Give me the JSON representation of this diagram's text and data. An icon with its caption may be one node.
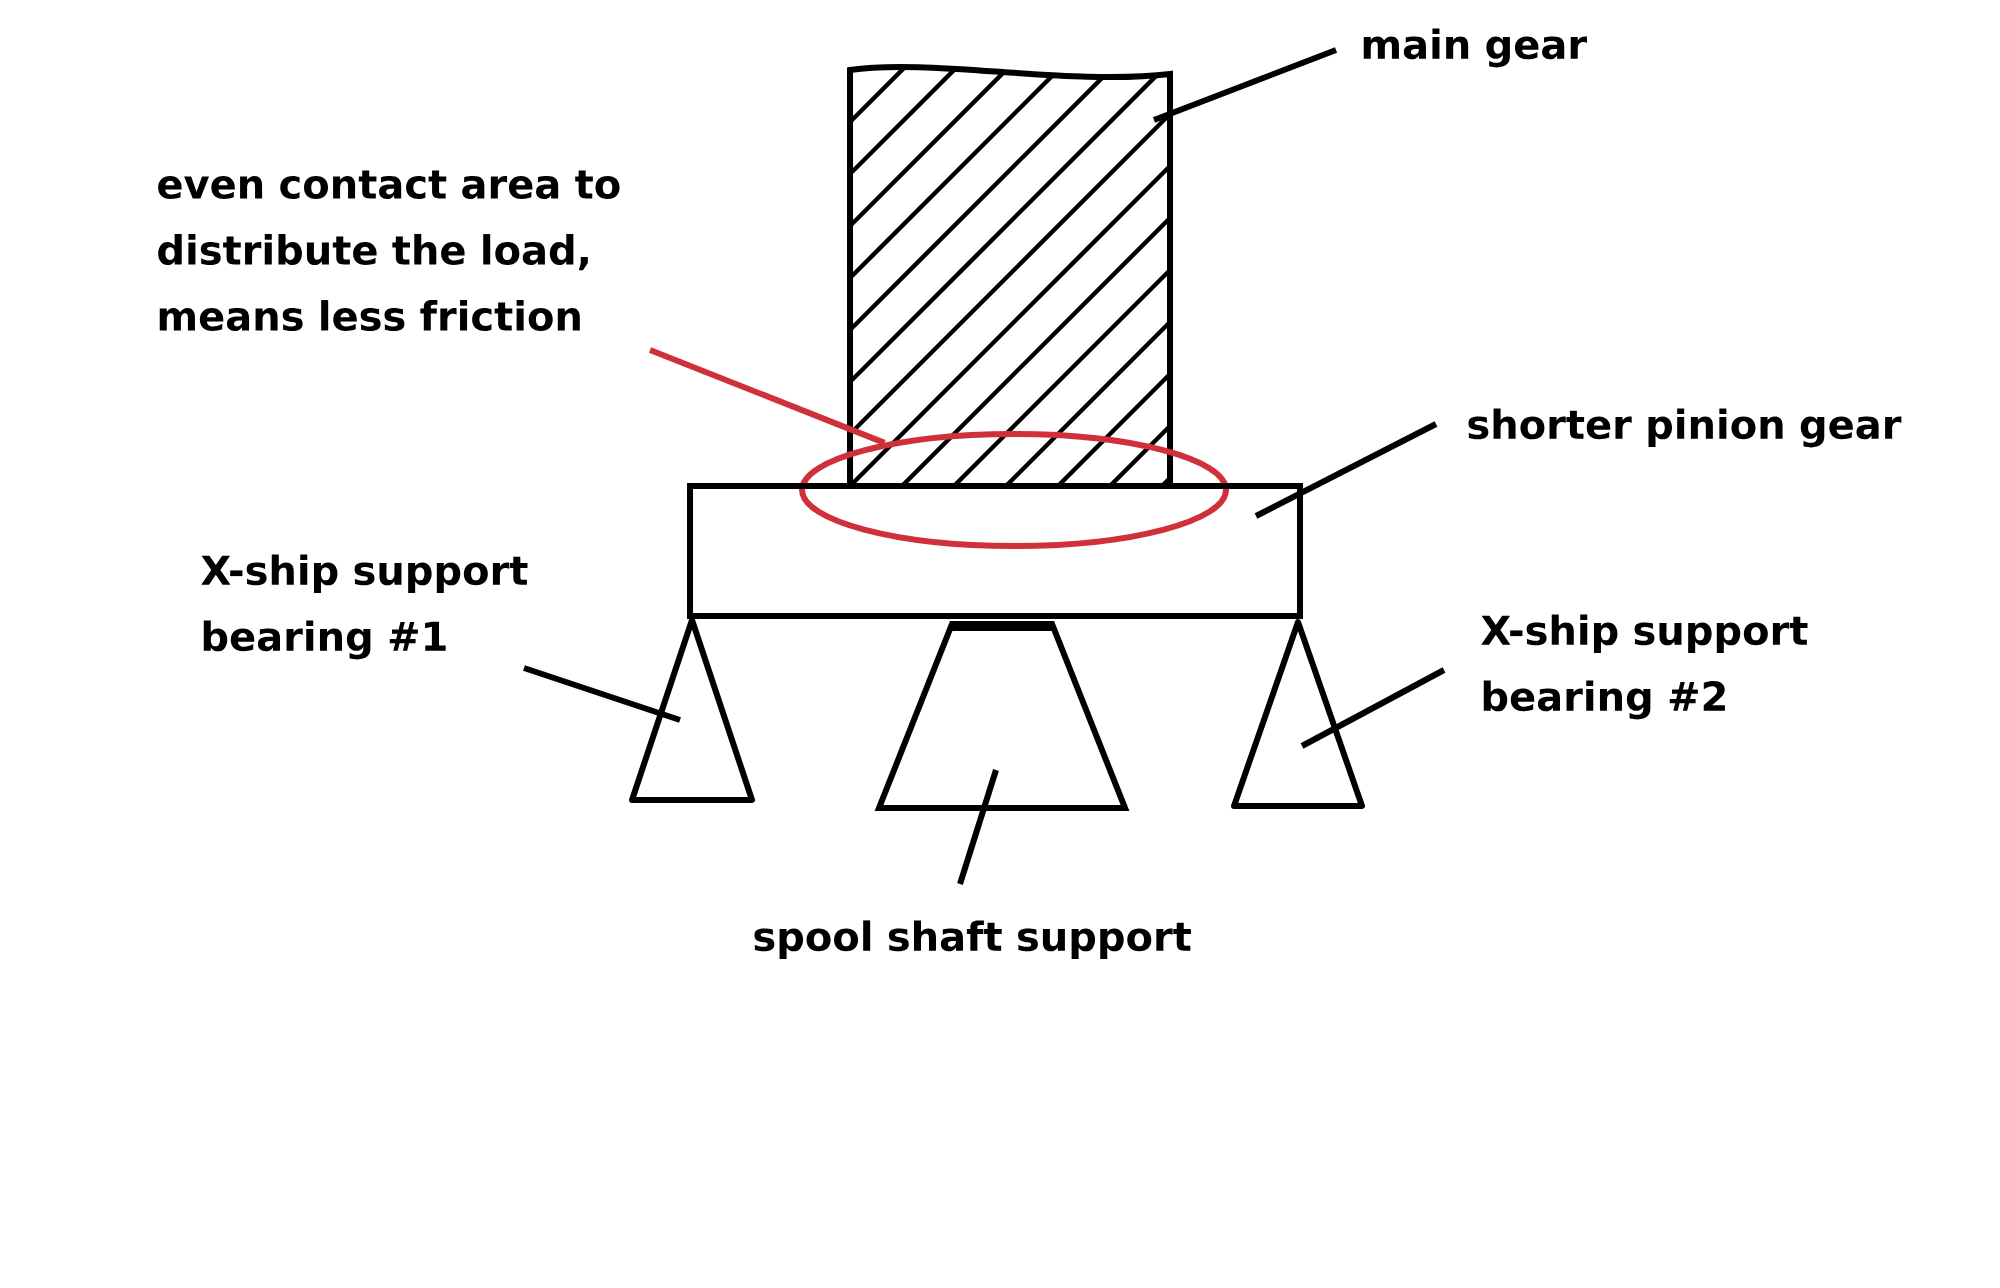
{
  "diagram": {
    "nodes": [
      {
        "text": [
          "main gear"
        ]
      },
      {
        "text": [],
        "shape": "box"
      },
      {
        "text": [
          "even contact area to distribute the load, means less friction"
        ]
      },
      {
        "text": [],
        "shape": "ellipse"
      },
      {
        "text": [
          "shorter pinion gear"
        ]
      },
      {
        "text": [],
        "shape": "box"
      },
      {
        "text": [
          "X-ship support bearing #1"
        ]
      },
      {
        "text": [],
        "shape": "triangle"
      },
      {
        "text": [
          "spool shaft support"
        ]
      },
      {
        "text": [],
        "shape": "trapezoid"
      },
      {
        "text": [
          "X-ship support bearing #2"
        ]
      },
      {
        "text": [],
        "shape": "triangle"
      }
    ],
    "edges": [
      {
        "from": 0,
        "to": 1,
        "arrow": "none"
      },
      {
        "from": 2,
        "to": 3,
        "arrow": "none",
        "color": "#d0303a"
      },
      {
        "from": 4,
        "to": 5,
        "arrow": "none"
      },
      {
        "from": 6,
        "to": 7,
        "arrow": "none"
      },
      {
        "from": 8,
        "to": 9,
        "arrow": "none"
      },
      {
        "from": 10,
        "to": 11,
        "arrow": "none"
      }
    ]
  }
}
